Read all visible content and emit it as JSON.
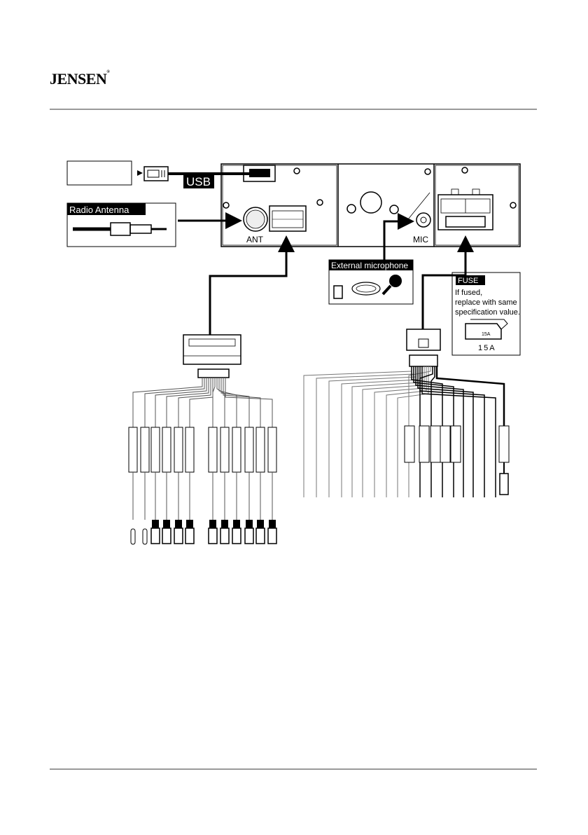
{
  "brand": {
    "logo_text": "JENSEN",
    "trademark": "®"
  },
  "labels": {
    "usb": "USB",
    "radio_antenna": "Radio Antenna",
    "ant": "ANT",
    "mic": "MIC",
    "external_microphone": "External microphone",
    "fuse_title": "FUSE",
    "fuse_line1": "If fused,",
    "fuse_line2": "replace with same",
    "fuse_line3": "specification value.",
    "fuse_rating": "15A",
    "fuse_print": "15A"
  },
  "colors": {
    "line": "#000000",
    "thin_wire": "#555555",
    "header_bg": "#000000",
    "header_text": "#ffffff"
  }
}
